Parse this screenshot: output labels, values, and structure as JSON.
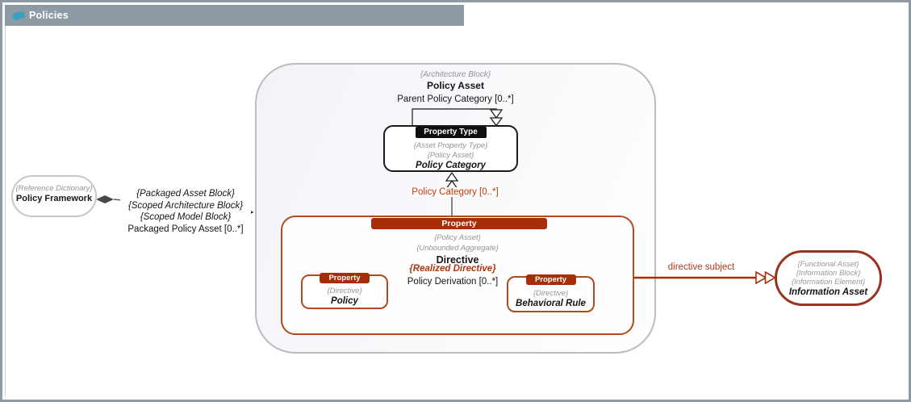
{
  "window": {
    "title": "Policies"
  },
  "colors": {
    "titlebar": "#8e9ba4",
    "title_icon_teal": "#3d9fc2",
    "band_red": "#a62d05",
    "band_black": "#0f0f0f",
    "red_line": "#a5300a",
    "red_text": "#cc3300",
    "container_border_gray": "#bcbcbc",
    "red_box_border": "#b14a1e"
  },
  "nodes": {
    "policy_framework": {
      "stereotype": "{Reference Dictionary}",
      "name": "Policy Framework"
    },
    "policy_asset": {
      "stereotype": "{Architecture Block}",
      "name": "Policy Asset"
    },
    "policy_category": {
      "header": "Property Type",
      "stereotype1": "{Asset Property Type}",
      "stereotype2": "{Policy Asset}",
      "name": "Policy Category"
    },
    "directive": {
      "header": "Property",
      "stereotype1": "{Policy Asset}",
      "stereotype2": "{Unbounded Aggregate}",
      "name": "Directive"
    },
    "policy": {
      "header": "Property",
      "stereotype": "{Directive}",
      "name": "Policy"
    },
    "behavioral_rule": {
      "header": "Property",
      "stereotype": "{Directive}",
      "name": "Behavioral Rule"
    },
    "information_asset": {
      "stereotype1": "{Functional Asset}",
      "stereotype2": "{Information Block}",
      "stereotype3": "{Information Element}",
      "name": "Information Asset"
    }
  },
  "edges": {
    "packaged_policy_asset": {
      "line1": "{Packaged Asset Block}",
      "line2": "{Scoped Architecture Block}",
      "line3": "{Scoped Model Block}",
      "line4": "Packaged Policy Asset [0..*]"
    },
    "parent_policy_category": {
      "label": "Parent Policy Category [0..*]"
    },
    "policy_category": {
      "label": "Policy Category [0..*]"
    },
    "policy_derivation": {
      "stereotype": "{Realized Directive}",
      "label": "Policy Derivation [0..*]"
    },
    "directive_subject": {
      "label": "directive subject"
    }
  }
}
